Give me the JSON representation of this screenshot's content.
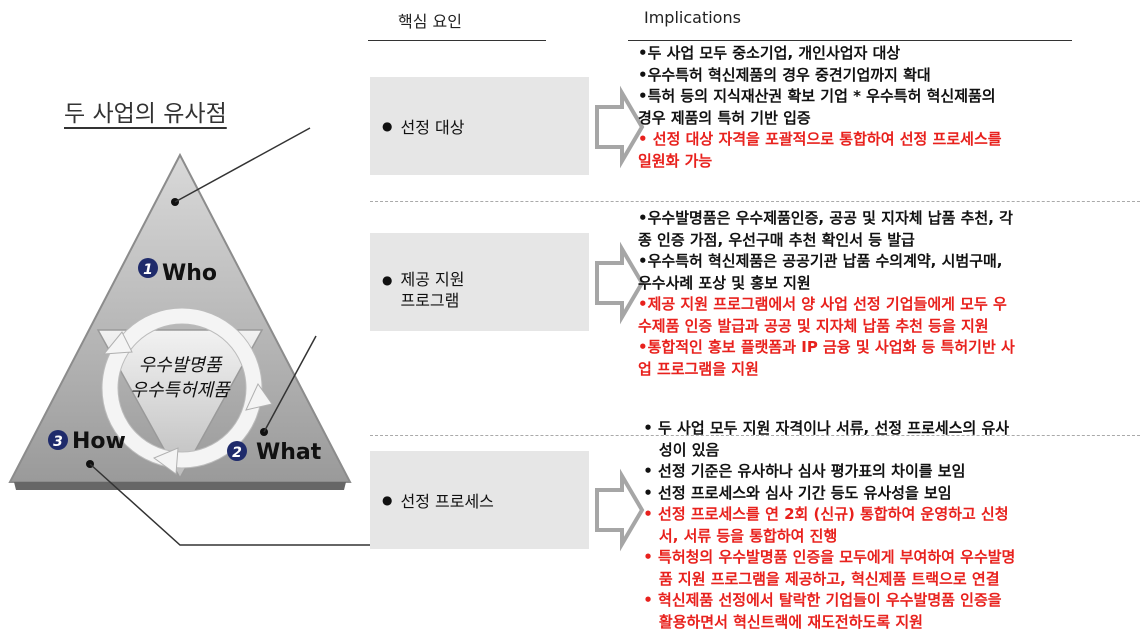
{
  "headers": {
    "factor": "핵심 요인",
    "implications": "Implications"
  },
  "title": "두 사업의 유사점",
  "triangle": {
    "center_line1": "우수발명품",
    "center_line2": "우수특허제품",
    "corners": [
      {
        "number": "1",
        "label": "Who"
      },
      {
        "number": "2",
        "label": "What"
      },
      {
        "number": "3",
        "label": "How"
      }
    ]
  },
  "rows": [
    {
      "factor": "선정 대상",
      "lines": [
        {
          "text": "•두 사업 모두 중소기업, 개인사업자 대상",
          "color": "black"
        },
        {
          "text": "•우수특허 혁신제품의 경우 중견기업까지 확대",
          "color": "black"
        },
        {
          "text": "•특허 등의 지식재산권 확보 기업 * 우수특허 혁신제품의",
          "color": "black"
        },
        {
          "text": "경우 제품의 특허 기반 입증",
          "color": "black"
        },
        {
          "text": " • 선정 대상 자격을 포괄적으로 통합하여 선정 프로세스를",
          "color": "red"
        },
        {
          "text": "    일원화 가능",
          "color": "red"
        }
      ]
    },
    {
      "factor_line1": "제공 지원",
      "factor_line2": "프로그램",
      "lines": [
        {
          "text": "•우수발명품은 우수제품인증, 공공 및 지자체 납품 추천, 각",
          "color": "black"
        },
        {
          "text": "종 인증 가점, 우선구매 추천 확인서 등 발급",
          "color": "black"
        },
        {
          "text": "•우수특허 혁신제품은 공공기관 납품 수의계약, 시범구매,",
          "color": "black"
        },
        {
          "text": "우수사례 포상 및 홍보 지원",
          "color": "black"
        },
        {
          "text": "•제공 지원 프로그램에서 양 사업 선정 기업들에게 모두 우",
          "color": "red"
        },
        {
          "text": "수제품 인증 발급과 공공 및 지자체 납품 추천 등을 지원",
          "color": "red"
        },
        {
          "text": "•통합적인 홍보 플랫폼과 IP 금융 및 사업화 등 특허기반 사",
          "color": "red"
        },
        {
          "text": "업 프로그램을 지원",
          "color": "red"
        }
      ]
    },
    {
      "factor": "선정 프로세스",
      "lines": [
        {
          "text": " • 두 사업 모두 지원 자격이나 서류, 선정 프로세스의 유사",
          "color": "black"
        },
        {
          "text": "    성이 있음",
          "color": "black"
        },
        {
          "text": " • 선정 기준은 유사하나 심사 평가표의 차이를 보임",
          "color": "black"
        },
        {
          "text": " • 선정 프로세스와 심사 기간 등도 유사성을 보임",
          "color": "black"
        },
        {
          "text": " • 선정 프로세스를 연 2회 (신규) 통합하여 운영하고 신청",
          "color": "red"
        },
        {
          "text": "    서, 서류 등을 통합하여 진행",
          "color": "red"
        },
        {
          "text": " • 특허청의 우수발명품 인증을 모두에게 부여하여 우수발명",
          "color": "red"
        },
        {
          "text": "    품 지원 프로그램을 제공하고, 혁신제품 트랙으로 연결",
          "color": "red"
        },
        {
          "text": " • 혁신제품 선정에서 탈락한 기업들이 우수발명품 인증을",
          "color": "red"
        },
        {
          "text": "    활용하면서 혁신트랙에 재도전하도록 지원",
          "color": "red"
        }
      ]
    }
  ]
}
